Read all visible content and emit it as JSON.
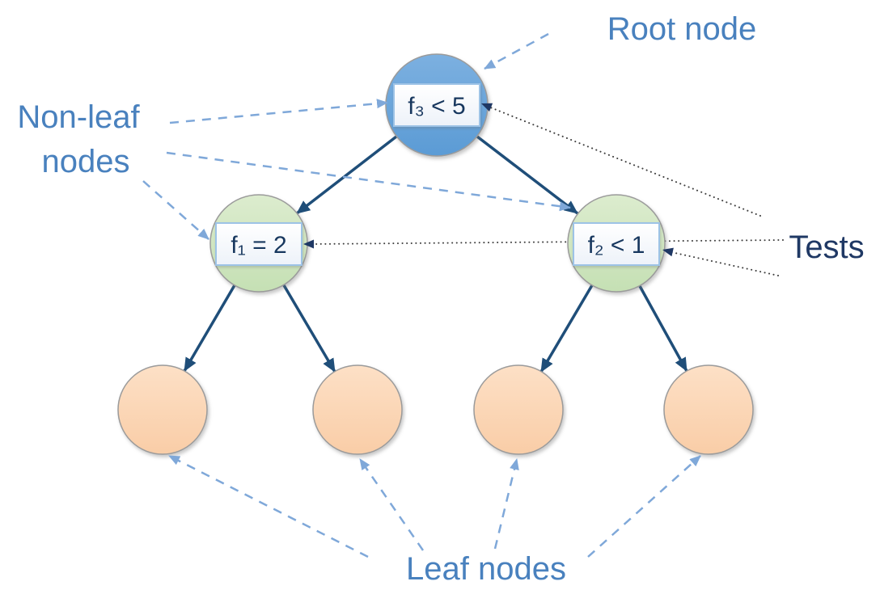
{
  "diagram": {
    "title": "decision-tree",
    "annotations": {
      "root_node_label": "Root node",
      "non_leaf_label_line1": "Non-leaf",
      "non_leaf_label_line2": "nodes",
      "tests_label": "Tests",
      "leaf_nodes_label": "Leaf nodes"
    },
    "nodes": {
      "root": {
        "test": "f₃ < 5"
      },
      "left_internal": {
        "test": "f₁ = 2"
      },
      "right_internal": {
        "test": "f₂ < 1"
      }
    },
    "leaf_count": "4",
    "colors": {
      "root_fill": "#5B9BD5",
      "internal_fill": "#C5E0B4",
      "leaf_fill": "#F9CDA7",
      "edge_color": "#1F4E79",
      "annotation_text": "#4981BE",
      "tests_text": "#1F3864",
      "dashed_arrow": "#7FA8D9",
      "dotted_line": "#3F3F3F",
      "box_border": "#9DC3E6",
      "node_label_text": "#17375E"
    }
  }
}
